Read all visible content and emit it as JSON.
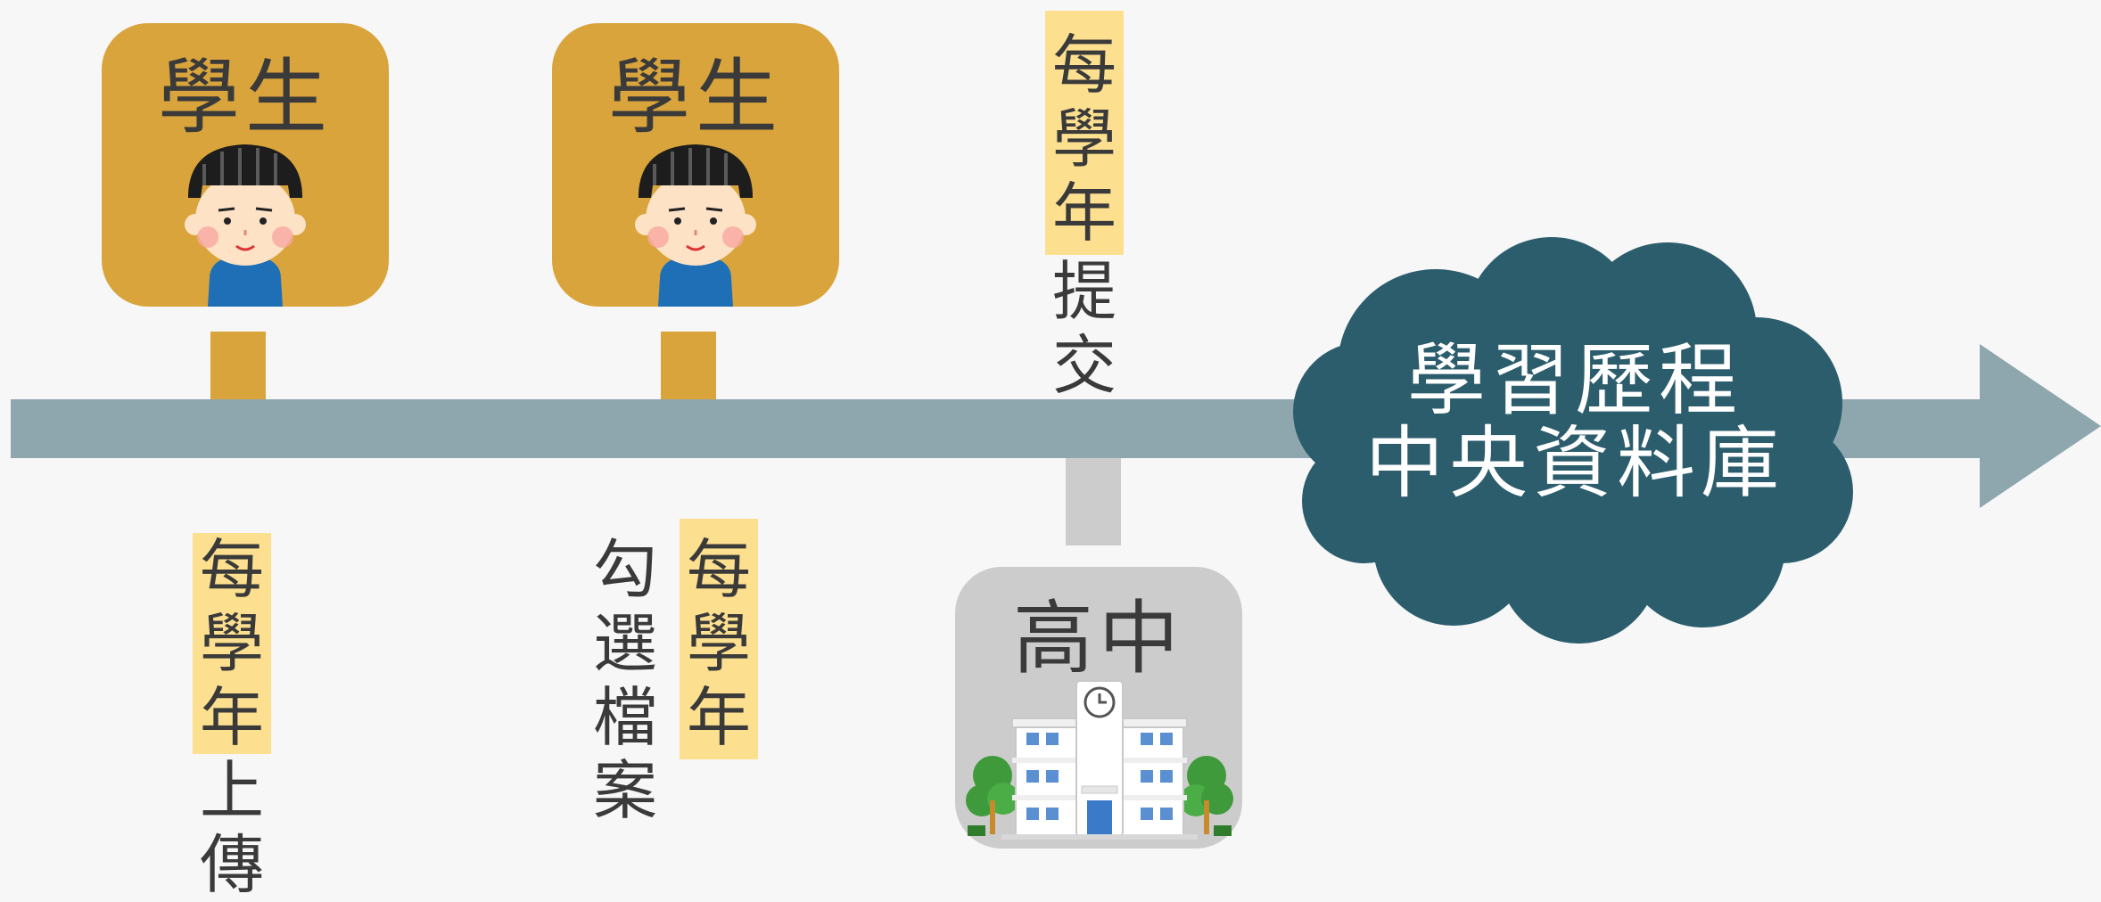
{
  "colors": {
    "timeline": "#8ea6ad",
    "student_card": "#d9a43b",
    "highlight": "#fde08f",
    "school_card": "#cdcccc",
    "cloud": "#2c5d6d"
  },
  "student_cards": [
    {
      "title": "學生",
      "icon": "student-avatar-icon"
    },
    {
      "title": "學生",
      "icon": "student-avatar-icon"
    }
  ],
  "steps": {
    "upload": {
      "highlight": [
        "每",
        "學",
        "年"
      ],
      "rest": [
        "上",
        "傳"
      ]
    },
    "select": {
      "col_a": [
        "勾",
        "選",
        "檔",
        "案"
      ],
      "col_b": [
        "每",
        "學",
        "年"
      ]
    },
    "submit": {
      "highlight": [
        "每",
        "學",
        "年"
      ],
      "rest": [
        "提",
        "交"
      ]
    }
  },
  "school": {
    "title": "高中",
    "icon": "school-building-icon"
  },
  "database": {
    "line1": "學習歷程",
    "line2": "中央資料庫",
    "icon": "cloud-icon"
  }
}
